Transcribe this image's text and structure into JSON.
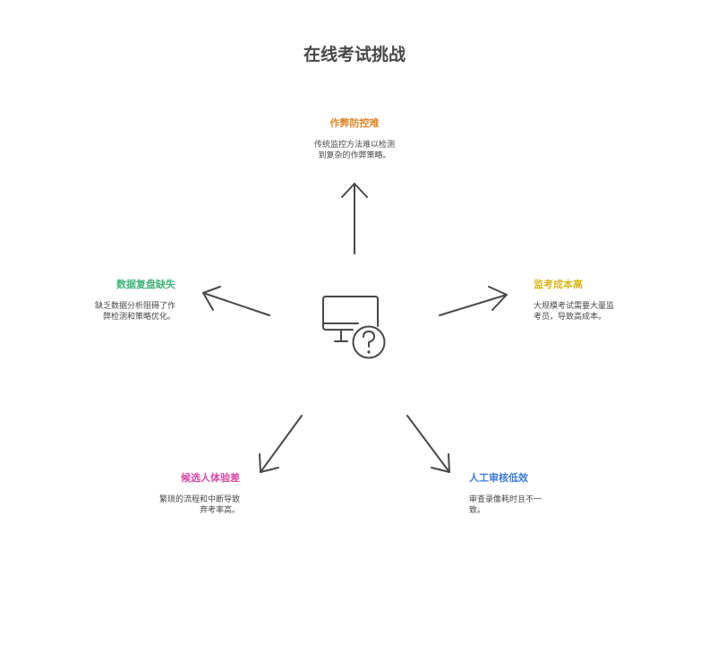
{
  "title": "在线考试挑战",
  "center_icon": "monitor-question-icon",
  "colors": {
    "stroke": "#484848",
    "top": "#e0862b",
    "right": "#d9b81b",
    "bottom_right": "#3f7ddb",
    "bottom_left": "#d849a6",
    "left": "#3fb67a"
  },
  "nodes": {
    "top": {
      "title": "作弊防控难",
      "desc_line1": "传统监控方法难以检测",
      "desc_line2": "到复杂的作弊策略。"
    },
    "right": {
      "title": "监考成本高",
      "desc_line1": "大规模考试需要大量监",
      "desc_line2": "考员，导致高成本。"
    },
    "bottom_right": {
      "title": "人工审核低效",
      "desc_line1": "审查录像耗时且不一",
      "desc_line2": "致。"
    },
    "bottom_left": {
      "title": "候选人体验差",
      "desc_line1": "繁琐的流程和中断导致",
      "desc_line2": "弃考率高。"
    },
    "left": {
      "title": "数据复盘缺失",
      "desc_line1": "缺乏数据分析阻碍了作",
      "desc_line2": "弊检测和策略优化。"
    }
  }
}
